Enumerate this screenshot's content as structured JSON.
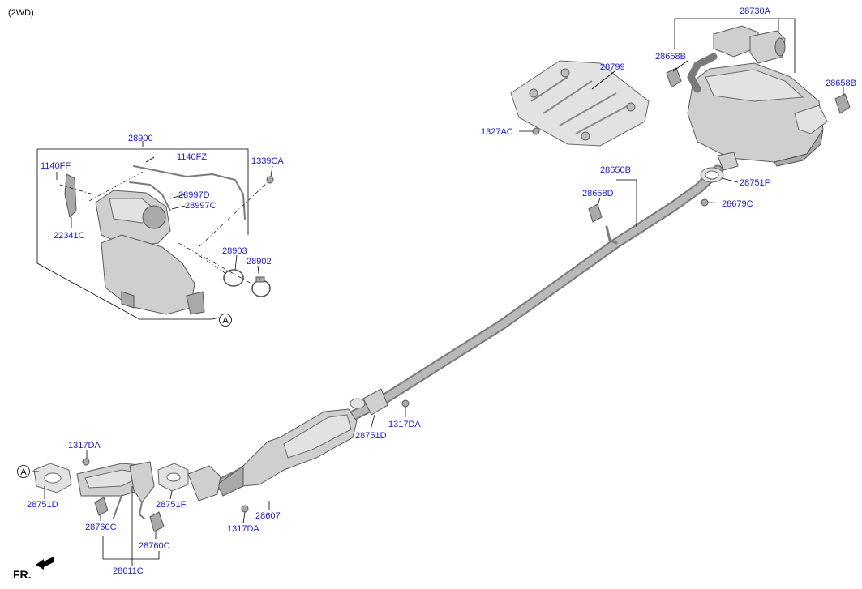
{
  "variant_note": "(2WD)",
  "orientation": {
    "label": "FR.",
    "icon": "front-arrow-icon"
  },
  "ref_marker": "A",
  "parts": {
    "p28730A": "28730A",
    "p28658B_left": "28658B",
    "p28658B_right": "28658B",
    "p28799": "28799",
    "p1327AC": "1327AC",
    "p28650B": "28650B",
    "p28658D": "28658D",
    "p28751F_top": "28751F",
    "p28679C": "28679C",
    "p28900": "28900",
    "p1140FF": "1140FF",
    "p1140FZ": "1140FZ",
    "p1339CA": "1339CA",
    "p28997D": "28997D",
    "p28997C": "28997C",
    "p22341C": "22341C",
    "p28903": "28903",
    "p28902": "28902",
    "p1317DA_mid": "1317DA",
    "p28751D_mid": "28751D",
    "p1317DA_left": "1317DA",
    "p28751D_left": "28751D",
    "p28751F_bottom": "28751F",
    "p28607": "28607",
    "p1317DA_bottom": "1317DA",
    "p28760C_left": "28760C",
    "p28760C_right": "28760C",
    "p28611C": "28611C"
  }
}
